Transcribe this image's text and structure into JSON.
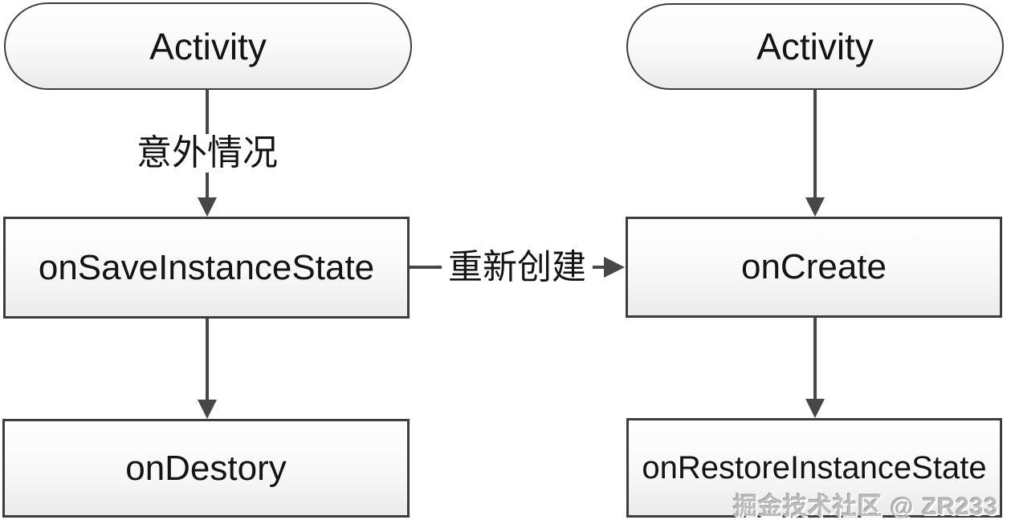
{
  "diagram": {
    "type": "flowchart",
    "nodes": {
      "activity_left": {
        "label": "Activity",
        "shape": "stadium"
      },
      "on_save_instance_state": {
        "label": "onSaveInstanceState",
        "shape": "rect"
      },
      "on_destory": {
        "label": "onDestory",
        "shape": "rect"
      },
      "activity_right": {
        "label": "Activity",
        "shape": "stadium"
      },
      "on_create": {
        "label": "onCreate",
        "shape": "rect"
      },
      "on_restore_instance_state": {
        "label": "onRestoreInstanceState",
        "shape": "rect"
      }
    },
    "edges": {
      "activity_left_to_on_save": {
        "from": "activity_left",
        "to": "on_save_instance_state",
        "label": "意外情况",
        "direction": "down"
      },
      "on_save_to_on_destory": {
        "from": "on_save_instance_state",
        "to": "on_destory",
        "label": "",
        "direction": "down"
      },
      "on_save_to_on_create": {
        "from": "on_save_instance_state",
        "to": "on_create",
        "label": "重新创建",
        "direction": "right"
      },
      "activity_right_to_on_create": {
        "from": "activity_right",
        "to": "on_create",
        "label": "",
        "direction": "down"
      },
      "on_create_to_on_restore": {
        "from": "on_create",
        "to": "on_restore_instance_state",
        "label": "",
        "direction": "down"
      }
    },
    "watermark": {
      "text": "掘金技术社区 @ ZR233"
    },
    "colors": {
      "background": "#ffffff",
      "node_border": "#3d3d3d",
      "node_fill_top": "#ffffff",
      "node_fill_bottom": "#ebebeb",
      "arrow": "#474747",
      "label_text": "#141414",
      "watermark_text": "#bcbcbc"
    }
  }
}
